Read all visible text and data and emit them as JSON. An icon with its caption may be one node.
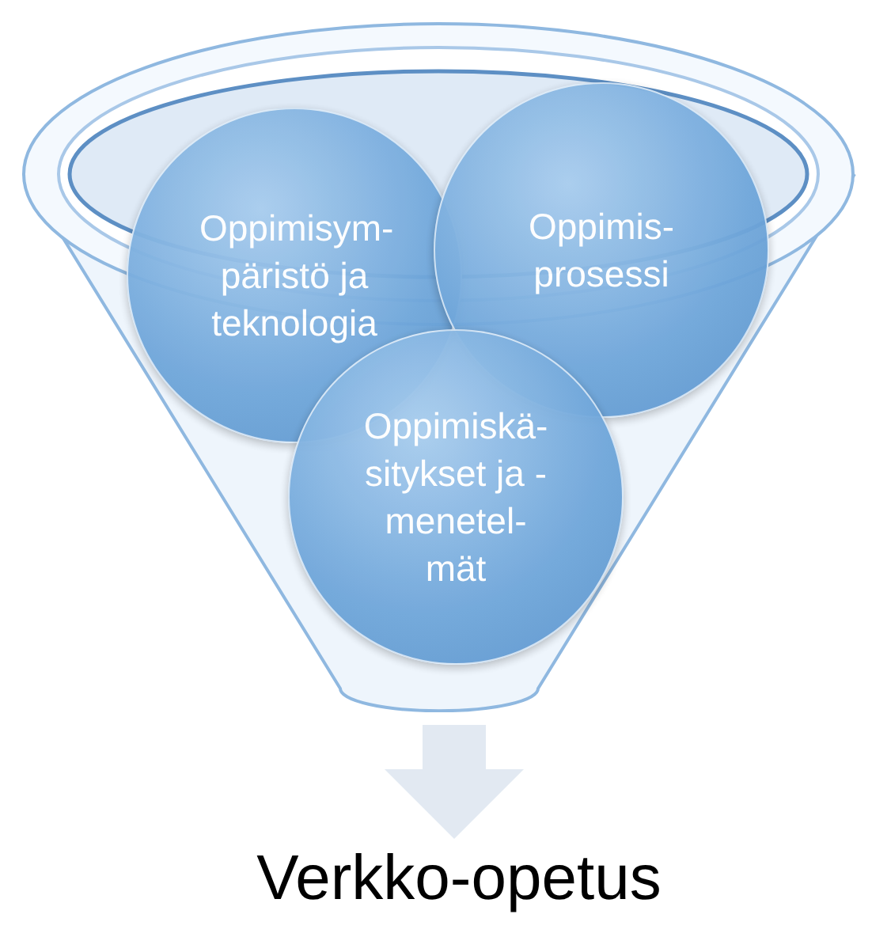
{
  "diagram": {
    "nodes": [
      {
        "text": [],
        "shape": "funnel"
      },
      {
        "text": [
          "Oppimisym- päristö ja teknologia"
        ]
      },
      {
        "text": [
          "Oppimis- prosessi"
        ]
      },
      {
        "text": [
          "Oppimiskä- sitykset ja -menetel- mät"
        ],
        "in": 0
      },
      {
        "text": [
          "Verkko-opetus"
        ]
      }
    ],
    "edges": [
      {
        "from": 0,
        "to": 4,
        "arrow": "to"
      }
    ]
  }
}
